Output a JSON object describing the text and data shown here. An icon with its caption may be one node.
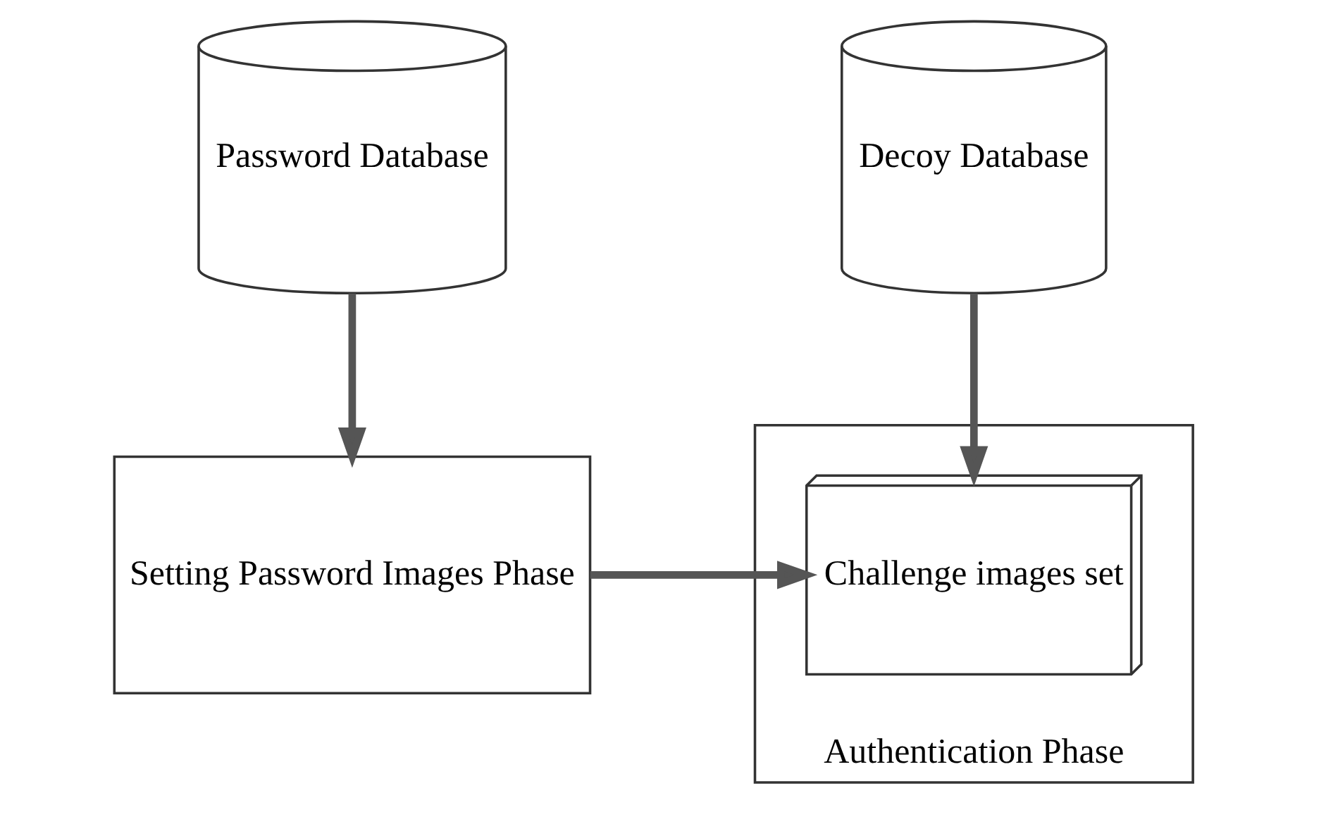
{
  "diagram": {
    "nodes": [
      {
        "text": [
          "Password Database"
        ]
      },
      {
        "text": [
          "Decoy Database"
        ]
      },
      {
        "text": [
          "Setting Password Images Phase"
        ]
      },
      {
        "text": [
          "Authentication Phase"
        ]
      },
      {
        "text": [
          "Challenge images set"
        ],
        "in": 3
      }
    ],
    "edges": [
      {
        "from": 0,
        "to": 2,
        "arrow": "to"
      },
      {
        "from": 1,
        "to": 4,
        "arrow": "to"
      },
      {
        "from": 2,
        "to": 4,
        "arrow": "to"
      }
    ]
  }
}
